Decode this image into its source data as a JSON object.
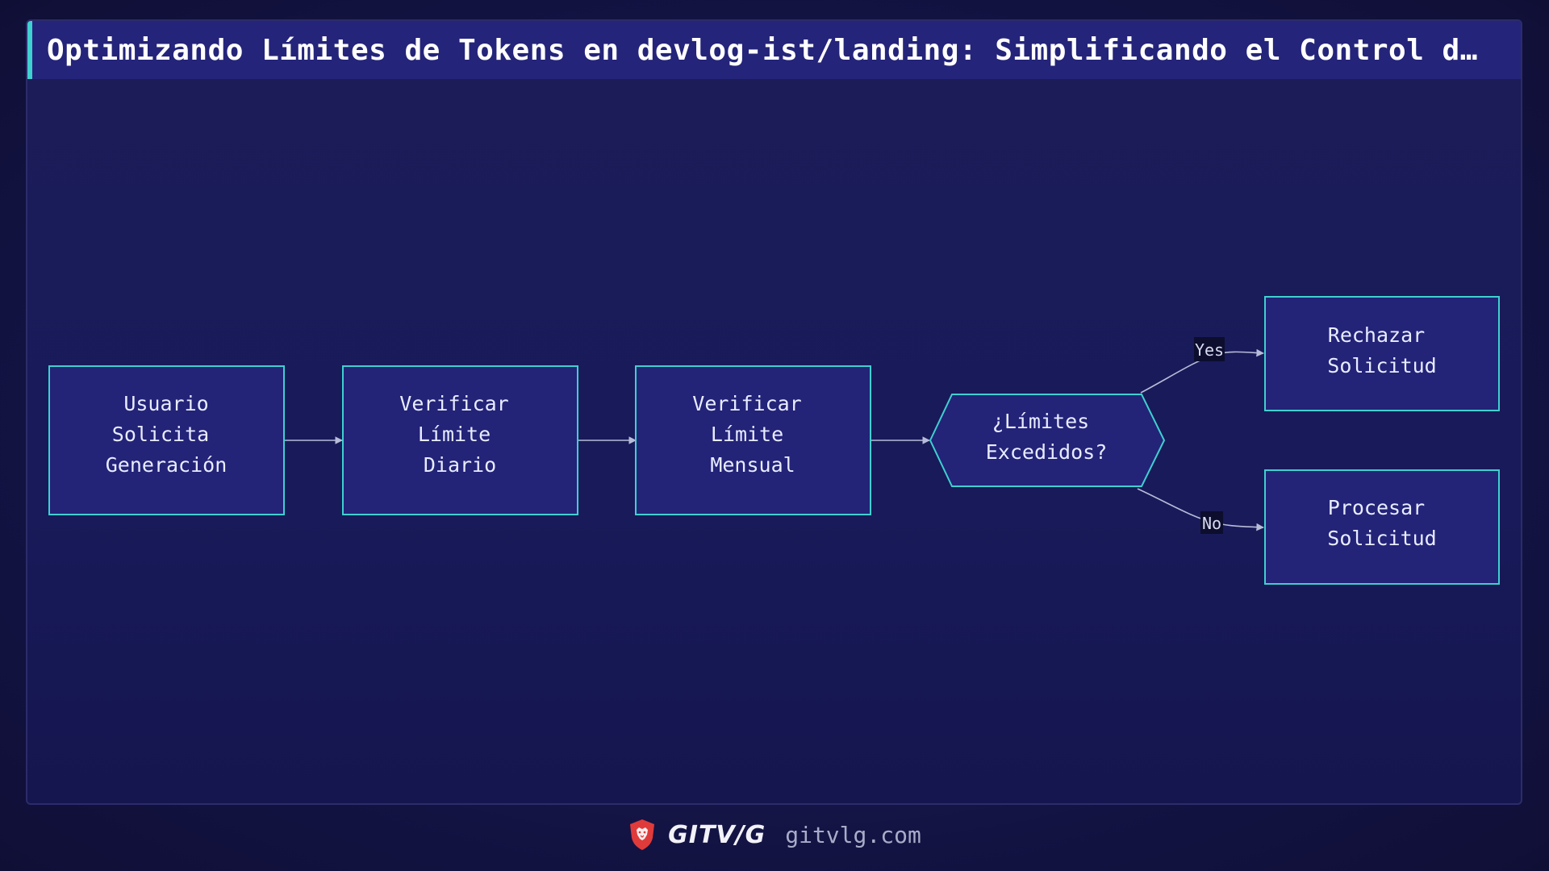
{
  "title": "Optimizando Límites de Tokens en devlog-ist/landing: Simplificando el Control d…",
  "nodes": {
    "request": {
      "lines": [
        "Usuario",
        "Solicita",
        "Generación"
      ]
    },
    "daily": {
      "lines": [
        "Verificar",
        "Límite",
        "Diario"
      ]
    },
    "monthly": {
      "lines": [
        "Verificar",
        "Límite",
        "Mensual"
      ]
    },
    "decision": {
      "lines": [
        "¿Límites",
        "Excedidos?"
      ]
    },
    "reject": {
      "lines": [
        "Rechazar",
        "Solicitud"
      ]
    },
    "process": {
      "lines": [
        "Procesar",
        "Solicitud"
      ]
    }
  },
  "edges": {
    "yes_label": "Yes",
    "no_label": "No"
  },
  "colors": {
    "node_fill": "#232378",
    "node_stroke": "#3fd0d0",
    "edge": "#b8bcd8",
    "accent": "#3fd0d0",
    "logo": "#e03b3b"
  },
  "footer": {
    "brand": "GITV/G",
    "domain": "gitvlg.com",
    "logo_icon": "lion-shield-icon"
  }
}
